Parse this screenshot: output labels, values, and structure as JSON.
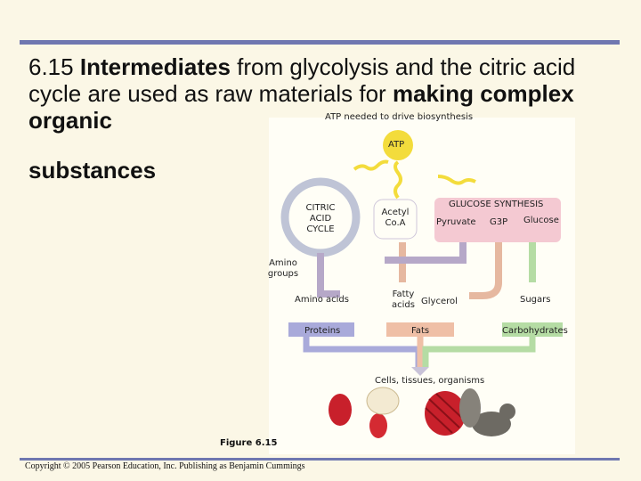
{
  "slide": {
    "title_number": "6.15",
    "title_bold_1": "Intermediates",
    "title_text_1": "from glycolysis and the citric acid cycle are used as raw materials for",
    "title_bold_2": "making complex organic",
    "title_bold_3": "substances",
    "caption": "Figure 6.15",
    "copyright": "Copyright © 2005 Pearson Education, Inc. Publishing as Benjamin Cummings"
  },
  "diagram": {
    "atp_header": "ATP needed to drive biosynthesis",
    "atp": "ATP",
    "citric_cycle": [
      "CITRIC",
      "ACID",
      "CYCLE"
    ],
    "acetyl": [
      "Acetyl",
      "Co.A"
    ],
    "glucose_synthesis": "GLUCOSE SYNTHESIS",
    "pyruvate": "Pyruvate",
    "g3p": "G3P",
    "glucose": "Glucose",
    "amino_groups": [
      "Amino",
      "groups"
    ],
    "amino_acids": "Amino acids",
    "fatty_acids": [
      "Fatty",
      "acids"
    ],
    "glycerol": "Glycerol",
    "sugars": "Sugars",
    "proteins": "Proteins",
    "fats": "Fats",
    "carbohydrates": "Carbohydrates",
    "cells": "Cells, tissues, organisms"
  },
  "colors": {
    "rule": "#6f77b0",
    "atp": "#f3dc3c",
    "protein_path": "#a9aada",
    "fat_path": "#efbfa6",
    "carb_path": "#b5dca4",
    "glucose_band": "#f4c9d2",
    "central_path": "#b6a8c8",
    "citric_ring": "#bfc4d6"
  }
}
